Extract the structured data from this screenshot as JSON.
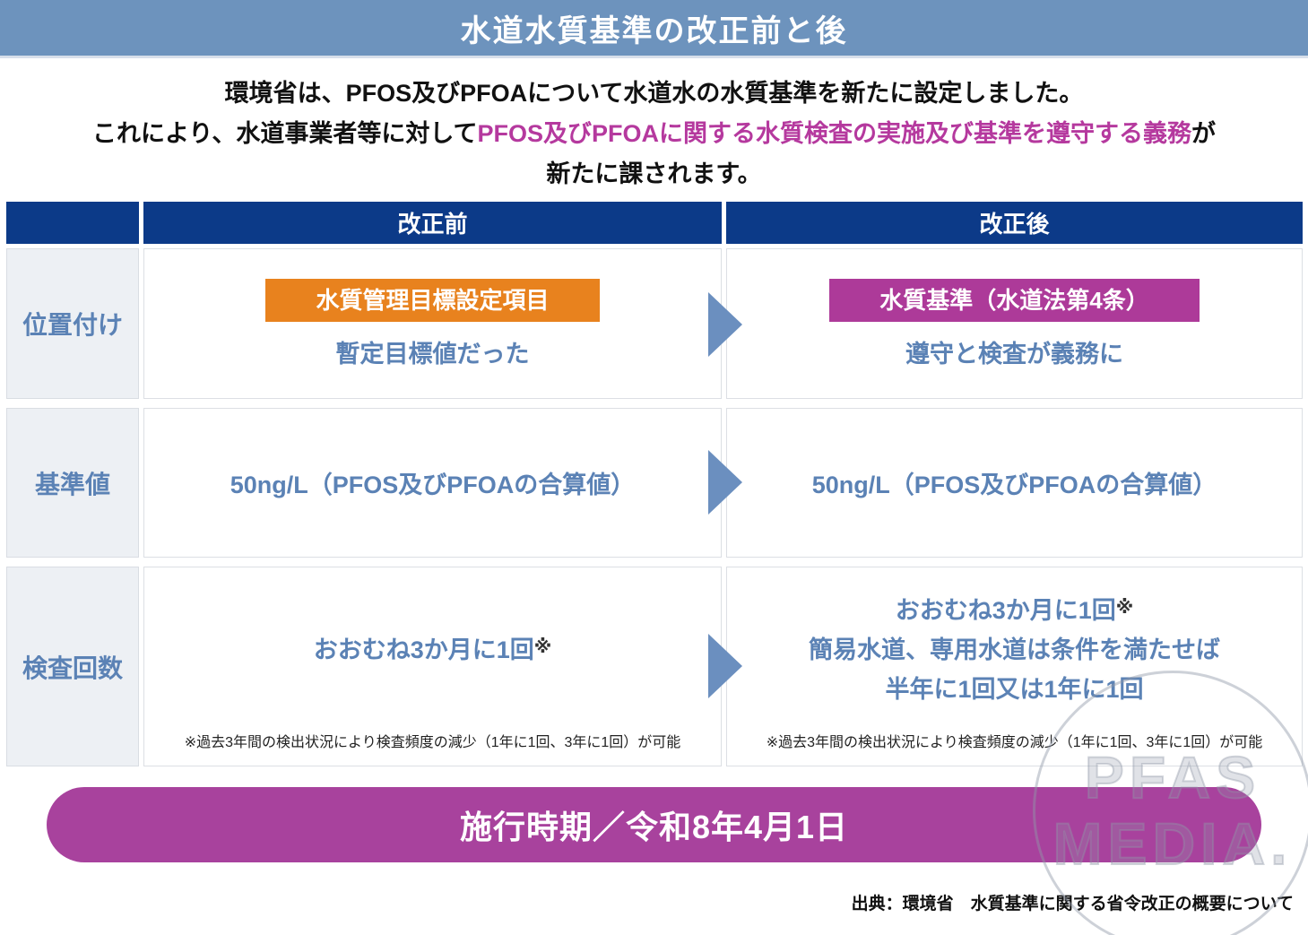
{
  "title_bar": {
    "title": "水道水質基準の改正前と後"
  },
  "intro": {
    "line1": "環境省は、PFOS及びPFOAについて水道水の水質基準を新たに設定しました。",
    "line2_prefix": "これにより、水道事業者等に対して",
    "line2_highlight": "PFOS及びPFOAに関する水質検査の実施及び基準を遵守する義務",
    "line2_suffix": "が",
    "line3": "新たに課されます。"
  },
  "table": {
    "headers": {
      "before": "改正前",
      "after": "改正後"
    },
    "row_labels": [
      "位置付け",
      "基準値",
      "検査回数"
    ],
    "positioning": {
      "before_badge": "水質管理目標設定項目",
      "before_note": "暫定目標値だった",
      "after_badge": "水質基準（水道法第4条）",
      "after_note": "遵守と検査が義務に"
    },
    "standard_value": {
      "before": "50ng/L（PFOS及びPFOAの合算値）",
      "after": "50ng/L（PFOS及びPFOAの合算値）"
    },
    "inspection": {
      "before_main": "おおむね3か月に1回",
      "ref_mark": "※",
      "after_line1": "おおむね3か月に1回",
      "after_line2": "簡易水道、専用水道は条件を満たせば",
      "after_line3": "半年に1回又は1年に1回",
      "footnote": "※過去3年間の検出状況により検査頻度の減少（1年に1回、3年に1回）が可能"
    }
  },
  "enforcement": {
    "text": "施行時期／令和8年4月1日"
  },
  "source": {
    "text": "出典：環境省　水質基準に関する省令改正の概要について"
  },
  "watermark": {
    "line1": "PFAS",
    "line2": "MEDIA."
  },
  "colors": {
    "top_bar": "#6d93bd",
    "table_header": "#0c3a88",
    "before_badge": "#e8821e",
    "after_badge": "#ad3a99",
    "body_text_blue": "#5b82b5",
    "highlight_magenta": "#b5399e",
    "enforcement_pill": "#a8429d",
    "arrow": "#6b8fbf"
  }
}
